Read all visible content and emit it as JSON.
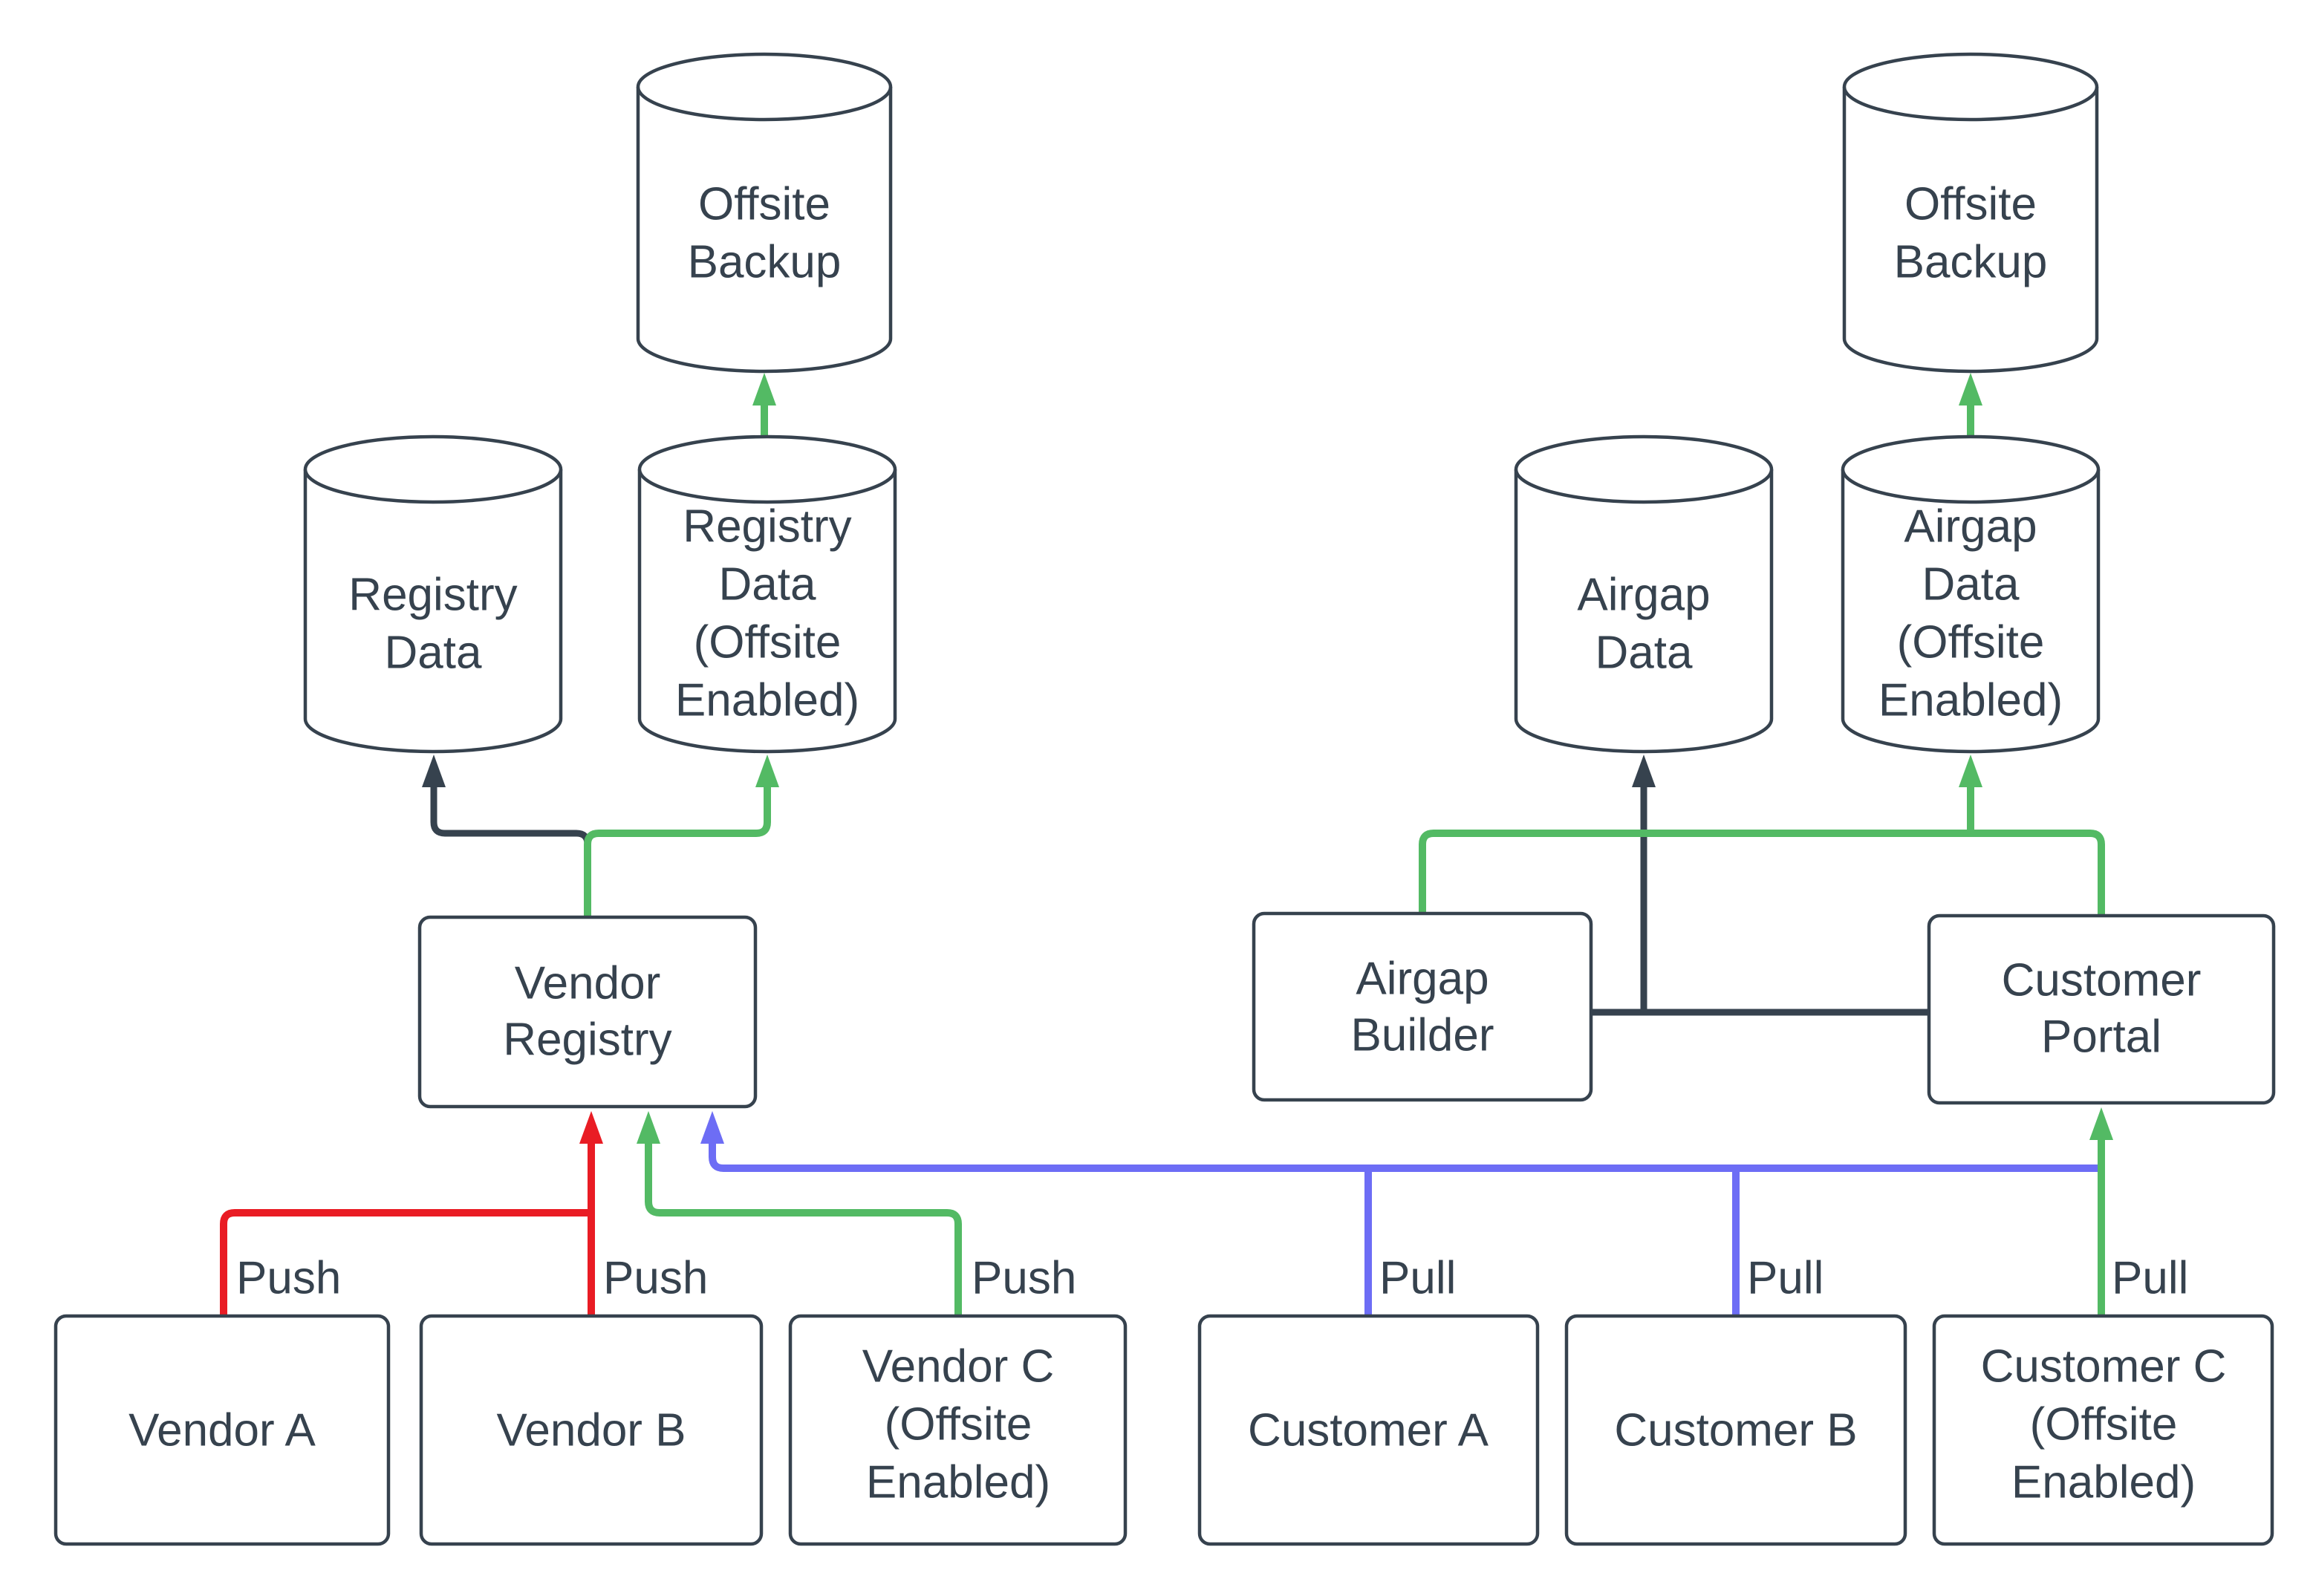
{
  "colors": {
    "outline": "#36424e",
    "text": "#36424e",
    "push_red": "#e91c24",
    "offsite_green": "#53ba64",
    "pull_blue": "#6d6df5"
  },
  "nodes": {
    "offsite_backup_left": [
      "Offsite",
      "Backup"
    ],
    "registry_data": [
      "Registry",
      "Data"
    ],
    "registry_data_offsite": [
      "Registry",
      "Data",
      "(Offsite",
      "Enabled)"
    ],
    "vendor_registry": [
      "Vendor",
      "Registry"
    ],
    "vendor_a": [
      "Vendor A"
    ],
    "vendor_b": [
      "Vendor B"
    ],
    "vendor_c": [
      "Vendor C",
      "(Offsite",
      "Enabled)"
    ],
    "offsite_backup_right": [
      "Offsite",
      "Backup"
    ],
    "airgap_data": [
      "Airgap",
      "Data"
    ],
    "airgap_data_offsite": [
      "Airgap",
      "Data",
      "(Offsite",
      "Enabled)"
    ],
    "airgap_builder": [
      "Airgap",
      "Builder"
    ],
    "customer_portal": [
      "Customer",
      "Portal"
    ],
    "customer_a": [
      "Customer A"
    ],
    "customer_b": [
      "Customer B"
    ],
    "customer_c": [
      "Customer C",
      "(Offsite",
      "Enabled)"
    ]
  },
  "edge_labels": {
    "push_a": "Push",
    "push_b": "Push",
    "push_c": "Push",
    "pull_a": "Pull",
    "pull_b": "Pull",
    "pull_c": "Pull"
  }
}
